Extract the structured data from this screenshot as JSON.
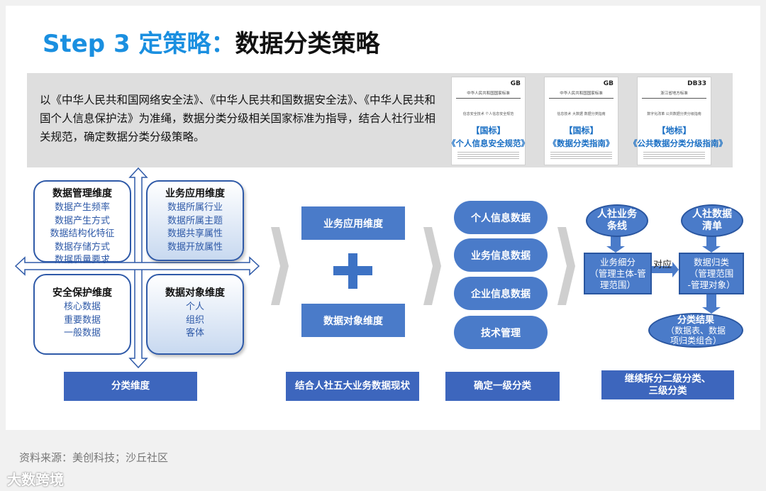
{
  "title": {
    "part1": "Step 3 定策略：",
    "part2": "数据分类策略"
  },
  "intro": "以《中华人民共和国网络安全法》、《中华人民共和国数据安全法》、《中华人民共和国个人信息保护法》为准绳，数据分类分级相关国家标准为指导，结合人社行业相关规范，确定数据分类分级策略。",
  "docs": [
    {
      "header": "GB",
      "org": "中华人民共和国国家标准",
      "sub": "信息安全技术 个人信息安全规范",
      "tag": "【国标】",
      "name": "《个人信息安全规范》"
    },
    {
      "header": "GB",
      "org": "中华人民共和国国家标准",
      "sub": "信息技术 大数据 数据分类指南",
      "tag": "【国标】",
      "name": "《数据分类指南》"
    },
    {
      "header": "DB33",
      "org": "浙江省地方标准",
      "sub": "数字化改革 公共数据分类分级指南",
      "tag": "【地标】",
      "name": "《公共数据分类分级指南》"
    }
  ],
  "quadrants": {
    "q1": {
      "title": "数据管理维度",
      "items": [
        "数据产生频率",
        "数据产生方式",
        "数据结构化特征",
        "数据存储方式",
        "数据质量要求"
      ]
    },
    "q2": {
      "title": "业务应用维度",
      "items": [
        "数据所属行业",
        "数据所属主题",
        "数据共享属性",
        "数据开放属性"
      ]
    },
    "q3": {
      "title": "安全保护维度",
      "items": [
        "核心数据",
        "重要数据",
        "一般数据"
      ]
    },
    "q4": {
      "title": "数据对象维度",
      "items": [
        "个人",
        "组织",
        "客体"
      ]
    }
  },
  "combine": {
    "top": "业务应用维度",
    "bottom": "数据对象维度"
  },
  "level1": [
    "个人信息数据",
    "业务信息数据",
    "企业信息数据",
    "技术管理"
  ],
  "right": {
    "e1": "人社业务条线",
    "e2": "人社数据清单",
    "b1": "业务细分（管理主体-管理范围）",
    "b1_line1": "业务细分",
    "b1_line2": "（管理主体-管",
    "b1_line3": "理范围）",
    "b2_line1": "数据归类",
    "b2_line2": "（管理范围",
    "b2_line3": "-管理对象）",
    "link": "对应",
    "e3_line1": "分类结果",
    "e3_line2": "（数据表、数据",
    "e3_line3": "项归类组合）"
  },
  "footer_boxes": [
    "分类维度",
    "结合人社五大业务数据现状",
    "确定一级分类",
    "继续拆分二级分类、三级分类"
  ],
  "footer_box4_line1": "继续拆分二级分类、",
  "footer_box4_line2": "三级分类",
  "source": "资料来源：美创科技；沙丘社区",
  "watermark": "大数跨境",
  "colors": {
    "accent": "#1a8fe0",
    "box_blue": "#4a7bc9",
    "dark_blue": "#3d66bd",
    "border_blue": "#2f5aa8"
  }
}
